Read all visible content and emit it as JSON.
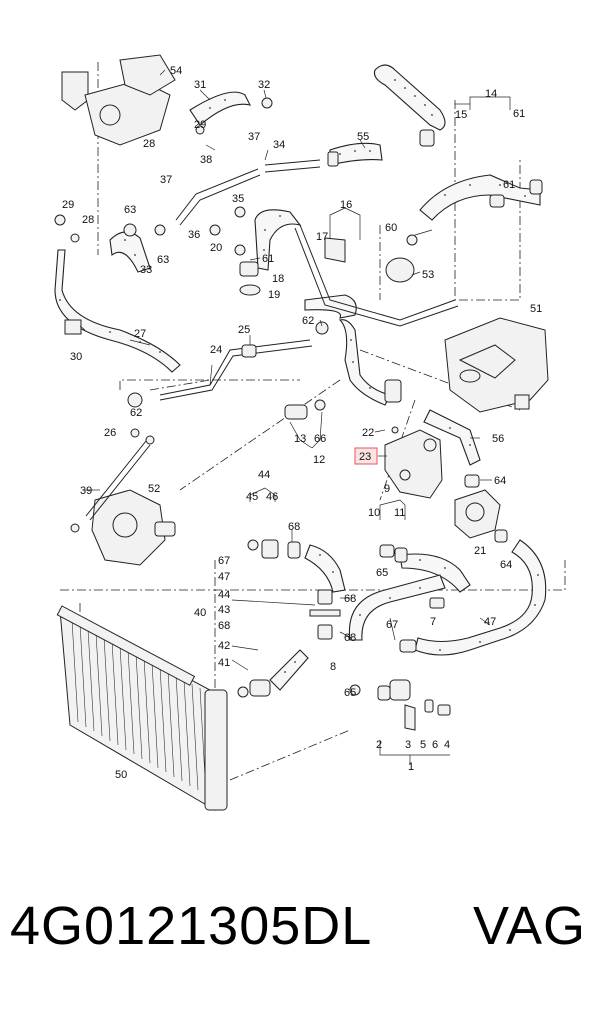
{
  "callouts": {
    "n1": "1",
    "n2": "2",
    "n3": "3",
    "n4": "4",
    "n5": "5",
    "n6": "6",
    "n7": "7",
    "n8": "8",
    "n9": "9",
    "n10": "10",
    "n11": "11",
    "n12": "12",
    "n13": "13",
    "n14": "14",
    "n15": "15",
    "n16": "16",
    "n17": "17",
    "n18": "18",
    "n19": "19",
    "n20": "20",
    "n21": "21",
    "n22": "22",
    "n23": "23",
    "n24": "24",
    "n25": "25",
    "n26": "26",
    "n27": "27",
    "n28": "28",
    "n29": "29",
    "n30": "30",
    "n31": "31",
    "n32": "32",
    "n33": "33",
    "n34": "34",
    "n35": "35",
    "n36": "36",
    "n37": "37",
    "n38": "38",
    "n39": "39",
    "n40": "40",
    "n41": "41",
    "n42": "42",
    "n43": "43",
    "n44": "44",
    "n45": "45",
    "n46": "46",
    "n47": "47",
    "n50": "50",
    "n51": "51",
    "n52": "52",
    "n53": "53",
    "n54": "54",
    "n55": "55",
    "n56": "56",
    "n60": "60",
    "n61": "61",
    "n62": "62",
    "n63": "63",
    "n64": "64",
    "n65": "65",
    "n66": "66",
    "n67": "67",
    "n68": "68"
  },
  "highlighted_callout": "23",
  "highlight_color": "#e05a5a",
  "highlight_fill": "#fbe3e3",
  "caption": {
    "part_number": "4G0121305DL",
    "brand": "VAG"
  }
}
